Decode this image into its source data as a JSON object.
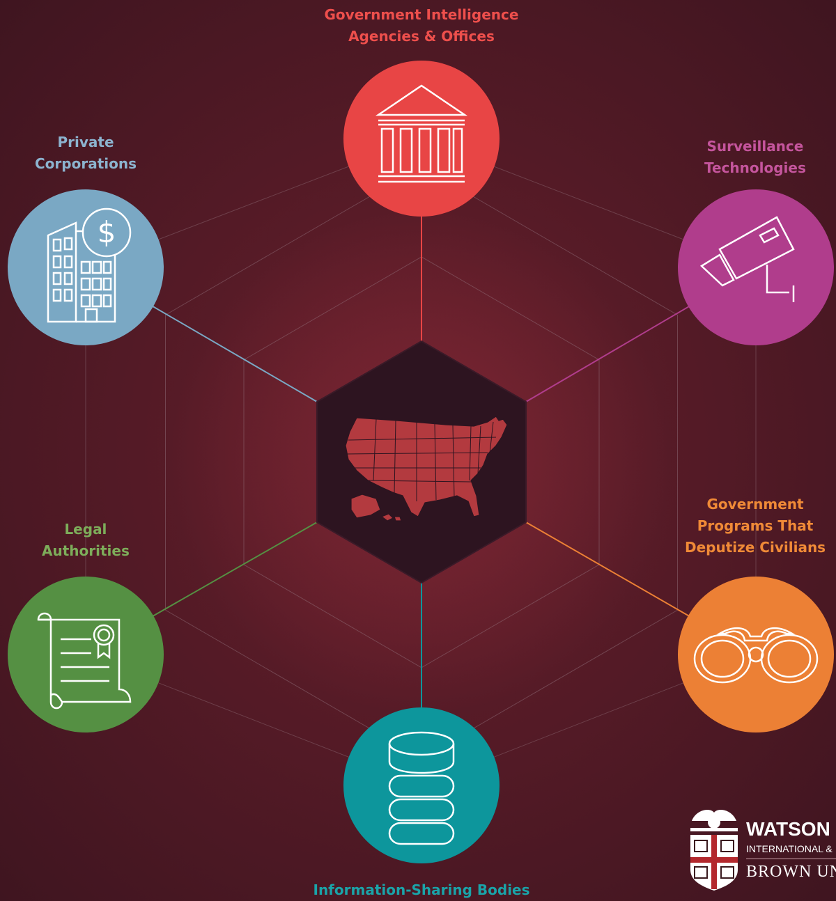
{
  "colors": {
    "background": "#571b27",
    "hexagon": "#2d1420",
    "map": "#b33a3f",
    "government": "#e84545",
    "private": "#7aa8c4",
    "surveillance": "#b03d8c",
    "legal": "#559043",
    "deputize": "#ec8035",
    "info_sharing": "#0d969c"
  },
  "nodes": [
    {
      "id": "government",
      "lines": [
        "Government Intelligence",
        "Agencies & Offices"
      ],
      "icon": "government-building-icon",
      "color": "#e84545",
      "text_color": "#ee4f4c"
    },
    {
      "id": "surveillance",
      "lines": [
        "Surveillance",
        "Technologies"
      ],
      "icon": "security-camera-icon",
      "color": "#b03d8c",
      "text_color": "#c5559d"
    },
    {
      "id": "deputize",
      "lines": [
        "Government",
        "Programs That",
        "Deputize Civilians"
      ],
      "icon": "binoculars-icon",
      "color": "#ec8035",
      "text_color": "#f08a37"
    },
    {
      "id": "info_sharing",
      "lines": [
        "Information-Sharing Bodies"
      ],
      "icon": "database-icon",
      "color": "#0d969c",
      "text_color": "#1aa4a9"
    },
    {
      "id": "legal",
      "lines": [
        "Legal",
        "Authorities"
      ],
      "icon": "legal-scroll-icon",
      "color": "#559043",
      "text_color": "#7dad5a"
    },
    {
      "id": "private",
      "lines": [
        "Private",
        "Corporations"
      ],
      "icon": "corporate-building-icon",
      "color": "#7aa8c4",
      "text_color": "#8cb3cf"
    }
  ],
  "center": {
    "icon": "us-map-icon"
  },
  "logo": {
    "line1": "WATSON I",
    "line2": "INTERNATIONAL &",
    "line3": "BROWN UN",
    "icon": "brown-university-shield-icon"
  }
}
